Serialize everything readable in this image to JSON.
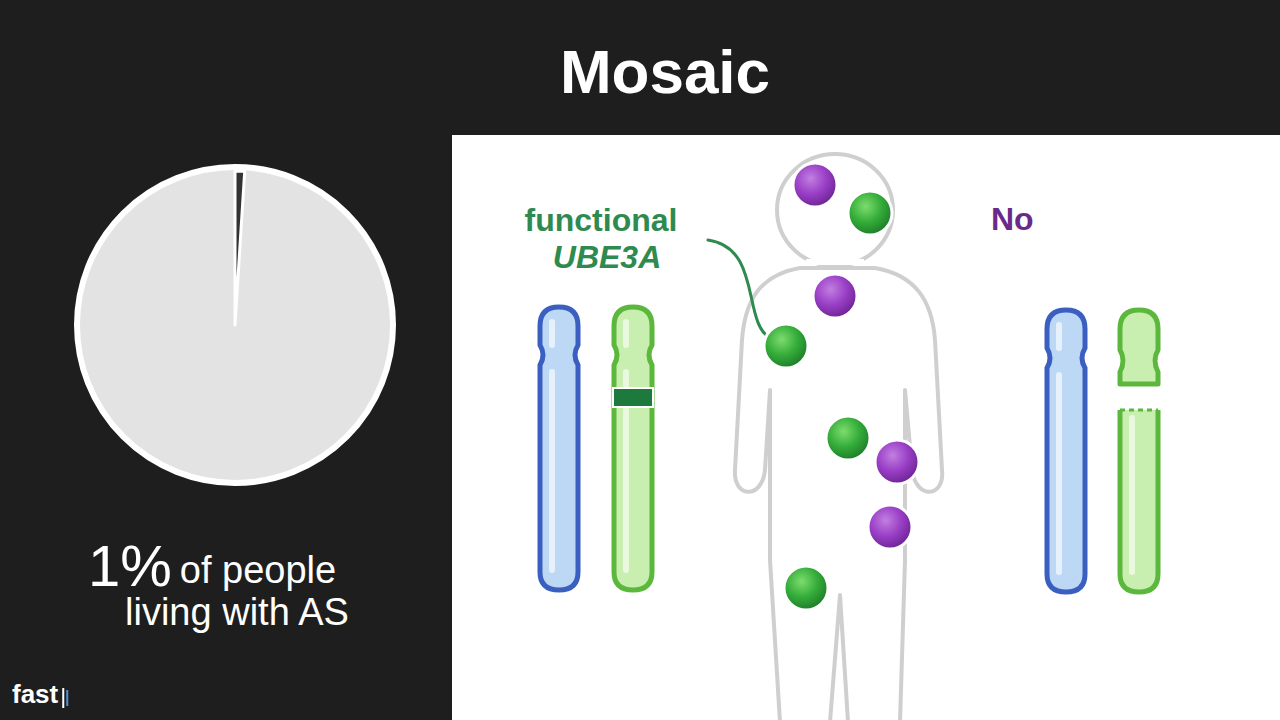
{
  "diagram": {
    "title": "Mosaic",
    "labels": [
      "1%",
      "of people",
      "living with AS",
      "functional",
      "UBE3A",
      "No",
      "fast"
    ]
  }
}
